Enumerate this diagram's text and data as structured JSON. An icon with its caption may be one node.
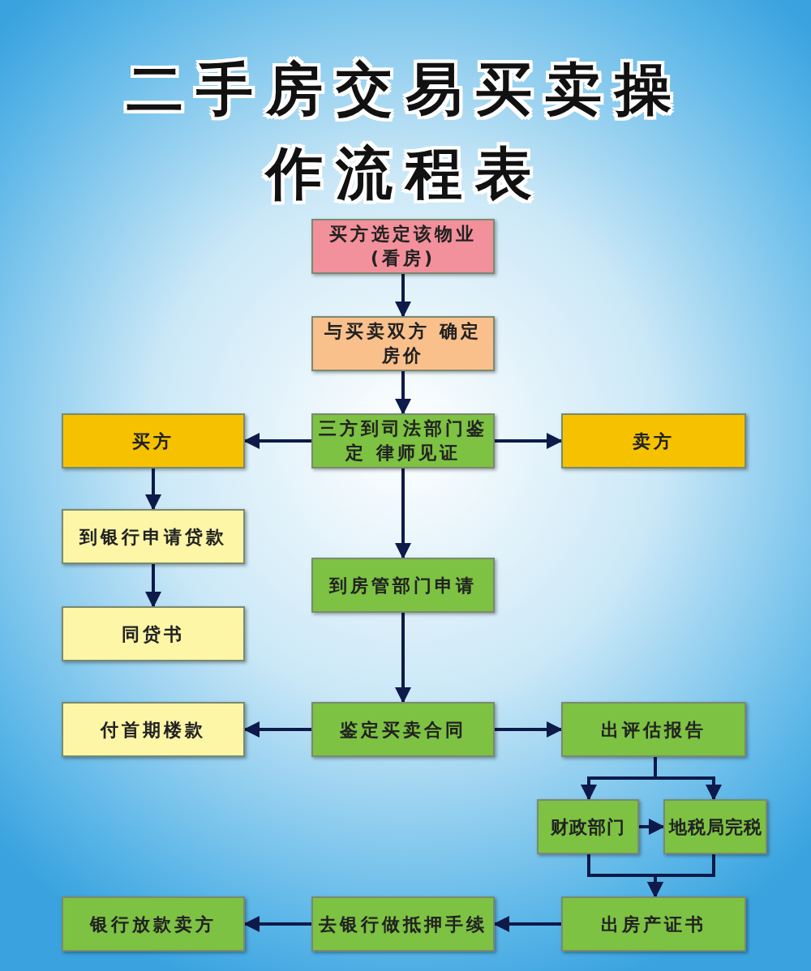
{
  "diagram": {
    "title": "二手房交易买卖操作流程表",
    "nodes": [
      {
        "text": [
          "买方选定该物业 (看房)"
        ]
      },
      {
        "text": [
          "与买卖双方 确定房价"
        ]
      },
      {
        "text": [
          "三方到司法部门鉴定 律师见证"
        ]
      },
      {
        "text": [
          "买方"
        ]
      },
      {
        "text": [
          "卖方"
        ]
      },
      {
        "text": [
          "到银行申请贷款"
        ]
      },
      {
        "text": [
          "同贷书"
        ]
      },
      {
        "text": [
          "到房管部门申请"
        ]
      },
      {
        "text": [
          "付首期楼款"
        ]
      },
      {
        "text": [
          "鉴定买卖合同"
        ]
      },
      {
        "text": [
          "出评估报告"
        ]
      },
      {
        "text": [
          "财政部门"
        ]
      },
      {
        "text": [
          "地税局完税"
        ]
      },
      {
        "text": [
          "银行放款卖方"
        ]
      },
      {
        "text": [
          "去银行做抵押手续"
        ]
      },
      {
        "text": [
          "出房产证书"
        ]
      }
    ],
    "edges": [
      {
        "from": 0,
        "to": 1,
        "arrow": "to"
      },
      {
        "from": 1,
        "to": 2,
        "arrow": "to"
      },
      {
        "from": 2,
        "to": 3,
        "arrow": "to"
      },
      {
        "from": 2,
        "to": 4,
        "arrow": "to"
      },
      {
        "from": 3,
        "to": 5,
        "arrow": "to"
      },
      {
        "from": 5,
        "to": 6,
        "arrow": "to"
      },
      {
        "from": 2,
        "to": 7,
        "arrow": "to"
      },
      {
        "from": 7,
        "to": 9,
        "arrow": "to"
      },
      {
        "from": 9,
        "to": 8,
        "arrow": "to"
      },
      {
        "from": 9,
        "to": 10,
        "arrow": "to"
      },
      {
        "from": 10,
        "to": 11,
        "arrow": "to"
      },
      {
        "from": 10,
        "to": 12,
        "arrow": "to"
      },
      {
        "from": 11,
        "to": 12,
        "arrow": "to"
      },
      {
        "from": 11,
        "to": 15,
        "arrow": "to"
      },
      {
        "from": 12,
        "to": 15,
        "arrow": "to"
      },
      {
        "from": 15,
        "to": 14,
        "arrow": "to"
      },
      {
        "from": 14,
        "to": 13,
        "arrow": "to"
      }
    ]
  }
}
